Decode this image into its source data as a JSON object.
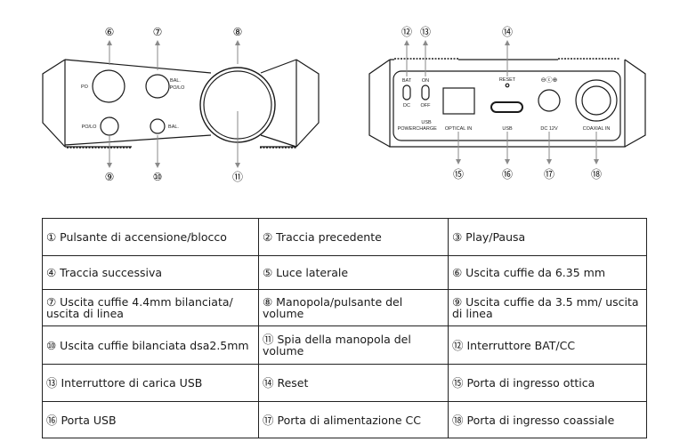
{
  "front_panel": {
    "callouts_top": [
      "⑥",
      "⑦",
      "⑧"
    ],
    "callouts_bottom": [
      "⑨",
      "⑩",
      "⑪"
    ],
    "labels": {
      "po": "PO",
      "bal_po_lo_1": "BAL.",
      "bal_po_lo_2": "PO/LO",
      "po_lo": "PO/LO",
      "bal": "BAL."
    }
  },
  "rear_panel": {
    "callouts_top": [
      "⑫",
      "⑬",
      "⑭"
    ],
    "callouts_bottom": [
      "⑮",
      "⑯",
      "⑰",
      "⑱"
    ],
    "labels": {
      "bat": "BAT",
      "dc": "DC",
      "on": "ON",
      "off": "OFF",
      "power": "POWER",
      "usb_charge_1": "USB",
      "usb_charge_2": "CHARGE",
      "optical_in": "OPTICAL IN",
      "reset": "RESET",
      "usb": "USB",
      "polarity": "⊖ⓒ⊕",
      "dc_12v": "DC 12V",
      "coaxial_in": "COAXIAL IN"
    }
  },
  "legend_table": {
    "rows": [
      [
        "① Pulsante di accensione/blocco",
        "② Traccia precedente",
        "③ Play/Pausa"
      ],
      [
        "④ Traccia successiva",
        "⑤ Luce laterale",
        "⑥ Uscita cuffie da 6.35 mm"
      ],
      [
        "⑦ Uscita cuffie 4.4mm bilanciata/ uscita di linea",
        "⑧ Manopola/pulsante del volume",
        "⑨ Uscita cuffie da 3.5 mm/ uscita di linea"
      ],
      [
        "⑩ Uscita cuffie bilanciata dsa2.5mm",
        "⑪ Spia della manopola del volume",
        "⑫ Interruttore BAT/CC"
      ],
      [
        "⑬ Interruttore di carica USB",
        "⑭ Reset",
        "⑮ Porta di ingresso ottica"
      ],
      [
        "⑯ Porta USB",
        "⑰ Porta di alimentazione CC",
        "⑱ Porta di ingresso coassiale"
      ]
    ]
  },
  "colors": {
    "line": "#1a1a1a",
    "arrow": "#8a8a8a"
  }
}
